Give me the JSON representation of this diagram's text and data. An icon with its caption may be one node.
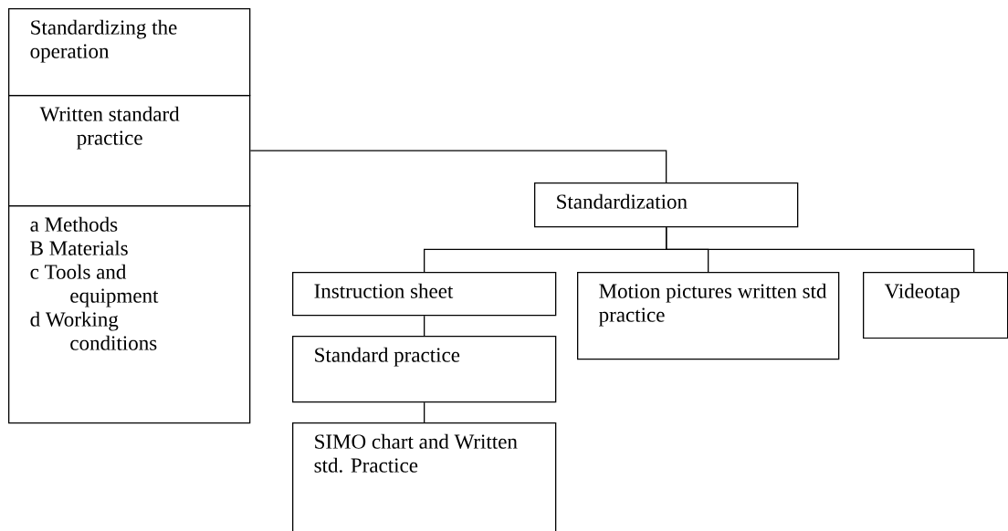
{
  "diagram": {
    "nodes": [
      {
        "text": [
          "Standardizing the operation"
        ]
      },
      {
        "text": [
          "Written standard practice"
        ]
      },
      {
        "text": [
          "a Methods",
          "B Materials",
          "c Tools and equipment",
          "d Working conditions"
        ]
      },
      {
        "text": [
          "Standardization"
        ]
      },
      {
        "text": [
          "Instruction sheet"
        ]
      },
      {
        "text": [
          "Motion pictures written std practice"
        ]
      },
      {
        "text": [
          "Videotap"
        ]
      },
      {
        "text": [
          "Standard practice"
        ]
      },
      {
        "text": [
          "SIMO chart and Written std. Practice"
        ]
      }
    ],
    "edges": [
      {
        "from": 1,
        "to": 3,
        "arrow": "none"
      },
      {
        "from": 3,
        "to": 4,
        "arrow": "none"
      },
      {
        "from": 3,
        "to": 5,
        "arrow": "none"
      },
      {
        "from": 3,
        "to": 6,
        "arrow": "none"
      },
      {
        "from": 4,
        "to": 7,
        "arrow": "none"
      },
      {
        "from": 7,
        "to": 8,
        "arrow": "none"
      }
    ]
  }
}
